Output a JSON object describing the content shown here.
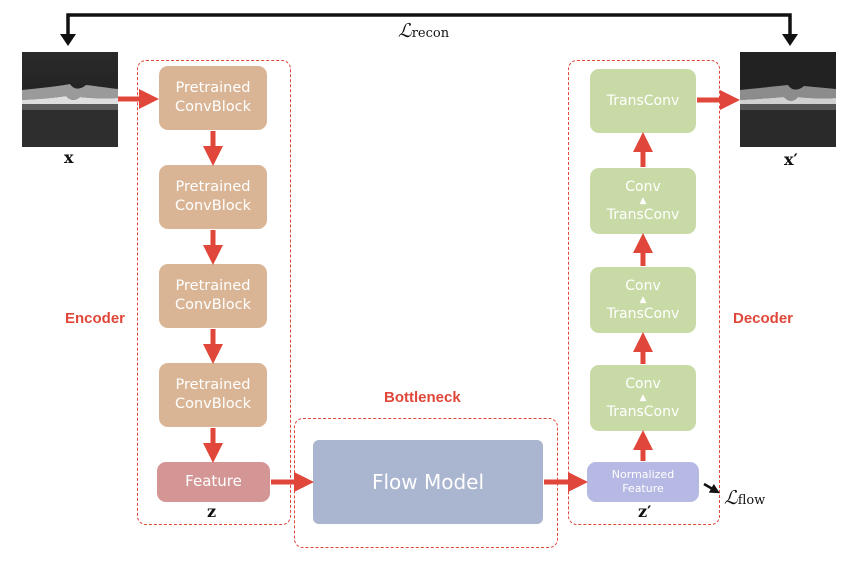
{
  "encoder": {
    "label": "Encoder",
    "blocks": [
      "Pretrained\nConvBlock",
      "Pretrained\nConvBlock",
      "Pretrained\nConvBlock",
      "Pretrained\nConvBlock"
    ],
    "feature": "Feature",
    "feature_var": "z"
  },
  "bottleneck": {
    "label": "Bottleneck",
    "model": "Flow Model"
  },
  "decoder": {
    "label": "Decoder",
    "top_block": "TransConv",
    "blocks": [
      {
        "top": "Conv",
        "bottom": "TransConv"
      },
      {
        "top": "Conv",
        "bottom": "TransConv"
      },
      {
        "top": "Conv",
        "bottom": "TransConv"
      }
    ],
    "normalized": "Normalized\nFeature",
    "normalized_var": "z′"
  },
  "input_var": "x",
  "output_var": "x′",
  "loss_recon": {
    "symbol": "ℒ",
    "sub": "recon"
  },
  "loss_flow": {
    "symbol": "ℒ",
    "sub": "flow"
  },
  "colors": {
    "arrow": "#e0473a",
    "encoder_block": "#d9b595",
    "feature": "#d49595",
    "flow_model": "#aab5cf",
    "decoder_block": "#c8dba6",
    "normalized": "#b6b9e3"
  }
}
